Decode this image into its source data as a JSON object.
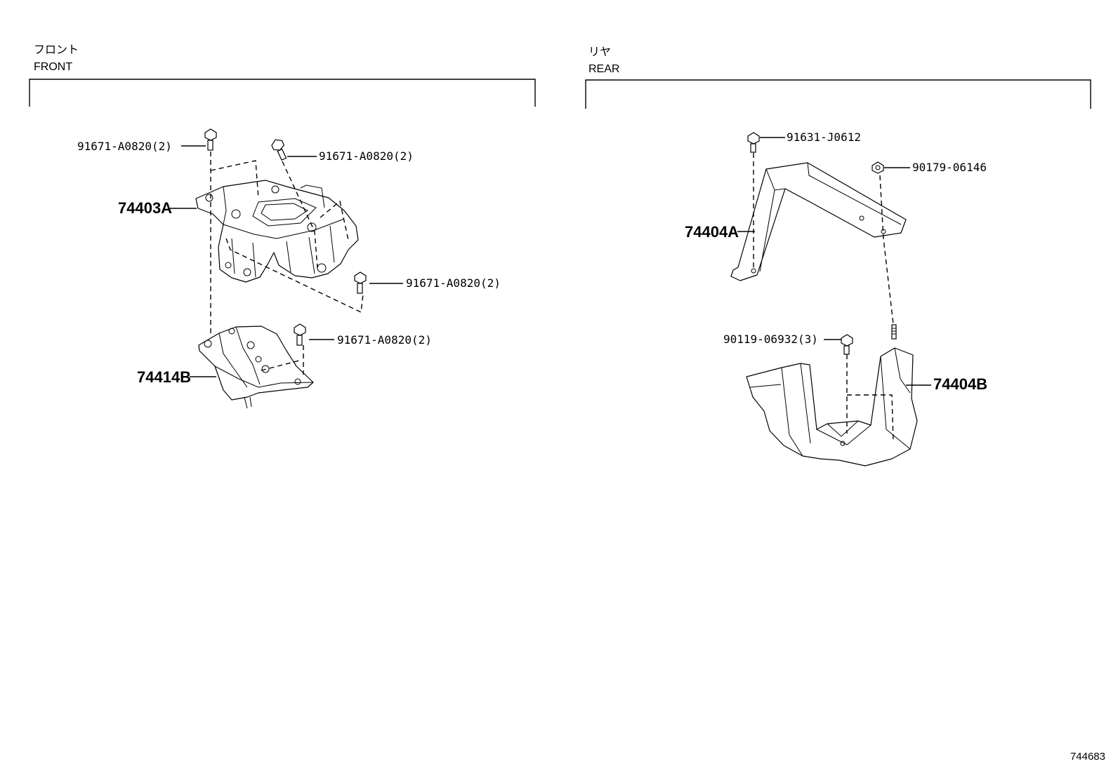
{
  "sections": {
    "front": {
      "label_jp": "フロント",
      "label_en": "FRONT"
    },
    "rear": {
      "label_jp": "リヤ",
      "label_en": "REAR"
    }
  },
  "front_parts": {
    "bolt_top_left": "91671-A0820(2)",
    "bolt_top_mid": "91671-A0820(2)",
    "bracket_upper": "74403A",
    "bolt_right": "91671-A0820(2)",
    "bolt_lower": "91671-A0820(2)",
    "bracket_lower": "74414B"
  },
  "rear_parts": {
    "bolt_top": "91631-J0612",
    "nut_top": "90179-06146",
    "bracket_upper": "74404A",
    "bolt_lower": "90119-06932(3)",
    "bracket_lower": "74404B"
  },
  "diagram_ref": "744683"
}
